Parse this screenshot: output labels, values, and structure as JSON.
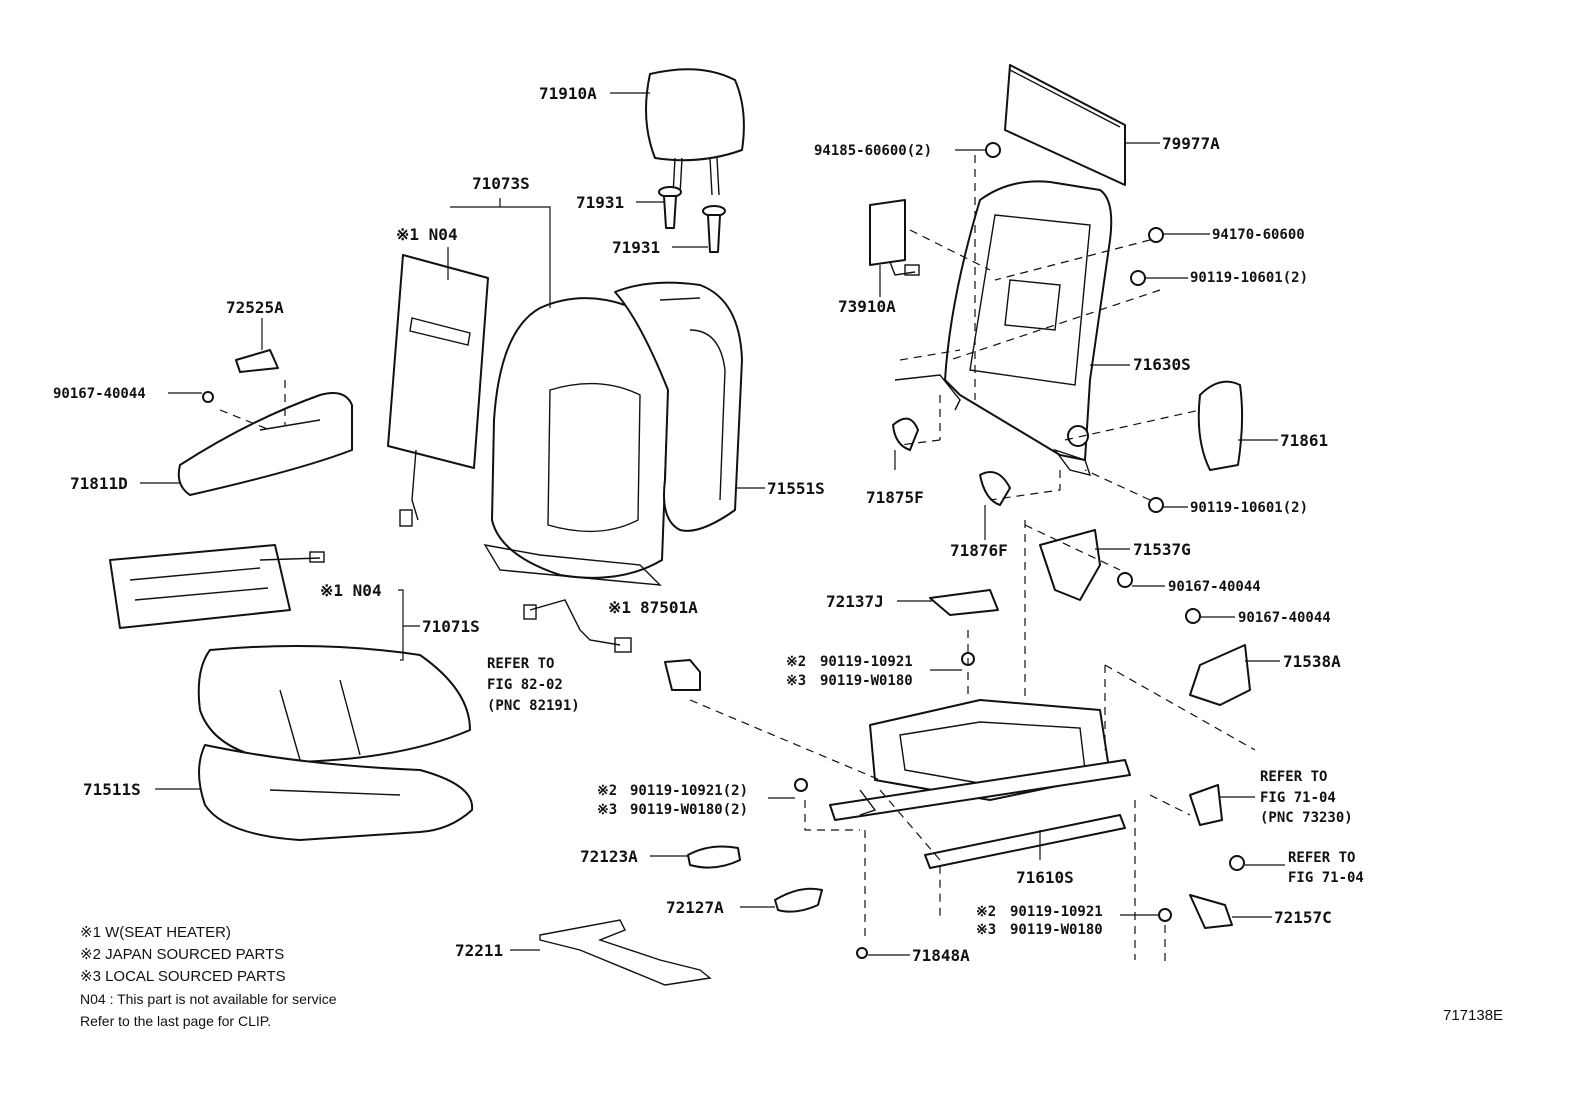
{
  "parts": {
    "p71910A": "71910A",
    "p71073S": "71073S",
    "p71931a": "71931",
    "p71931b": "71931",
    "p79977A": "79977A",
    "p94185": "94185-60600(2)",
    "p94170": "94170-60600",
    "p90119_10601_top": "90119-10601(2)",
    "p73910A": "73910A",
    "p71630S": "71630S",
    "p71861": "71861",
    "p90119_10601_bot": "90119-10601(2)",
    "p72525A": "72525A",
    "p90167_left": "90167-40044",
    "p71811D": "71811D",
    "p71551S": "71551S",
    "p71875F": "71875F",
    "p71876F": "71876F",
    "p71537G": "71537G",
    "p90167_right1": "90167-40044",
    "p90167_right2": "90167-40044",
    "p71538A": "71538A",
    "p72137J": "72137J",
    "p87501A": "87501A",
    "p71071S": "71071S",
    "p71511S": "71511S",
    "p90119_10921_a": "90119-10921",
    "p90119_W0180_a": "90119-W0180",
    "p90119_10921_b": "90119-10921(2)",
    "p90119_W0180_b": "90119-W0180(2)",
    "p90119_10921_c": "90119-10921",
    "p90119_W0180_c": "90119-W0180",
    "p72123A": "72123A",
    "p72127A": "72127A",
    "p72211": "72211",
    "p71848A": "71848A",
    "p71610S": "71610S",
    "p72157C": "72157C"
  },
  "markers": {
    "m1_n04_back": "※1 N04",
    "m1_n04_cushion": "※1 N04",
    "m1_87501": "※1",
    "m2": "※2",
    "m3": "※3"
  },
  "refs": {
    "r82_1": "REFER TO",
    "r82_2": "FIG 82-02",
    "r82_3": "(PNC 82191)",
    "r71a_1": "REFER TO",
    "r71a_2": "FIG 71-04",
    "r71a_3": "(PNC 73230)",
    "r71b_1": "REFER TO",
    "r71b_2": "FIG 71-04"
  },
  "notes": {
    "n1": "※1 W(SEAT HEATER)",
    "n2": "※2 JAPAN SOURCED PARTS",
    "n3": "※3 LOCAL SOURCED PARTS",
    "n4": "N04 : This part is not available for service",
    "n5": "Refer to the last page for CLIP."
  },
  "figure_id": "717138E"
}
